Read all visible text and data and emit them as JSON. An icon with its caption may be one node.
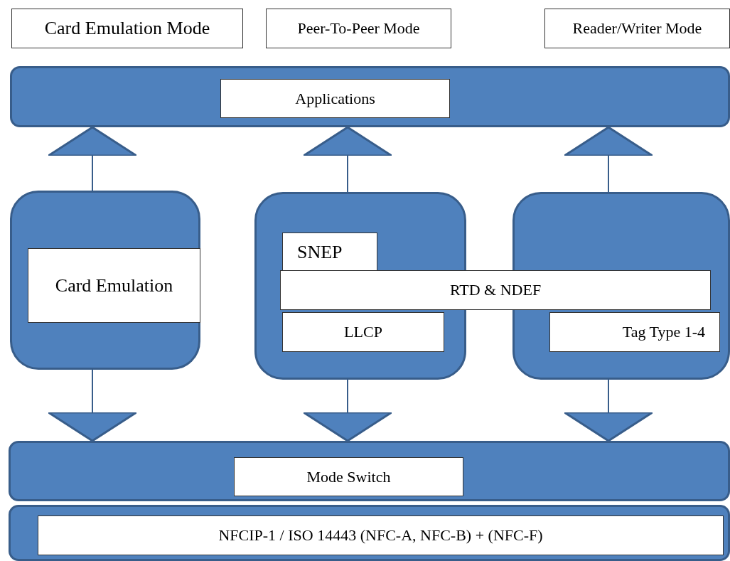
{
  "diagram": {
    "nodes": [
      {
        "text": [
          "Card Emulation Mode"
        ]
      },
      {
        "text": [
          "Peer-To-Peer Mode"
        ]
      },
      {
        "text": [
          "Reader/Writer Mode"
        ]
      },
      {
        "text": [],
        "shape": "bar"
      },
      {
        "text": [
          "Applications"
        ],
        "in": 3
      },
      {
        "text": [],
        "shape": "box"
      },
      {
        "text": [
          "Card Emulation"
        ],
        "in": 5
      },
      {
        "text": [],
        "shape": "box"
      },
      {
        "text": [],
        "shape": "box"
      },
      {
        "text": [
          "SNEP"
        ],
        "in": 7
      },
      {
        "text": [
          "RTD & NDEF"
        ]
      },
      {
        "text": [
          "LLCP"
        ],
        "in": 7
      },
      {
        "text": [
          "Tag Type 1-4"
        ],
        "in": 8
      },
      {
        "text": [],
        "shape": "bar"
      },
      {
        "text": [
          "Mode Switch"
        ],
        "in": 13
      },
      {
        "text": [],
        "shape": "bar"
      },
      {
        "text": [
          "NFCIP-1 / ISO 14443 (NFC-A, NFC-B) + (NFC-F)"
        ],
        "in": 15
      }
    ],
    "edges": [
      {
        "from": 5,
        "to": 3,
        "arrow": "to"
      },
      {
        "from": 7,
        "to": 3,
        "arrow": "to"
      },
      {
        "from": 8,
        "to": 3,
        "arrow": "to"
      },
      {
        "from": 5,
        "to": 13,
        "arrow": "to"
      },
      {
        "from": 7,
        "to": 13,
        "arrow": "to"
      },
      {
        "from": 8,
        "to": 13,
        "arrow": "to"
      }
    ]
  }
}
